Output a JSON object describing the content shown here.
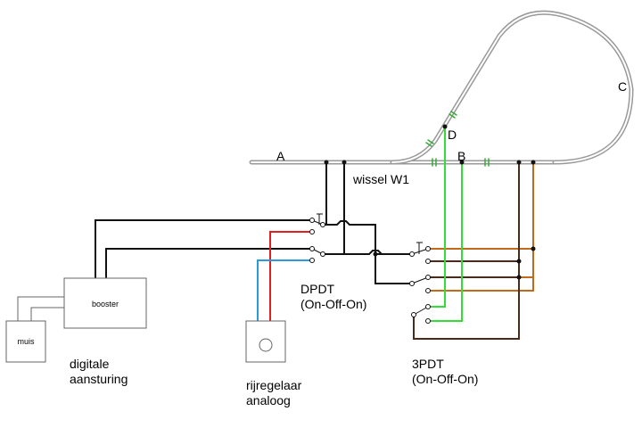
{
  "labels": {
    "track_a": "A",
    "track_b": "B",
    "track_c": "C",
    "track_d": "D",
    "switch_w1": "wissel W1",
    "booster": "booster",
    "muis": "muis",
    "digital_1": "digitale",
    "digital_2": "aansturing",
    "dpdt_1": "DPDT",
    "dpdt_2": "(On-Off-On)",
    "tpdt_1": "3PDT",
    "tpdt_2": "(On-Off-On)",
    "controller_1": "rijregelaar",
    "controller_2": "analoog"
  },
  "colors": {
    "black_wire": "#111111",
    "red_wire": "#e02020",
    "blue_wire": "#2a9ad8",
    "green_wire": "#33dd33",
    "brown_wire": "#c06a1a",
    "dark_brown_wire": "#4a2a1a",
    "track": "#999999"
  }
}
